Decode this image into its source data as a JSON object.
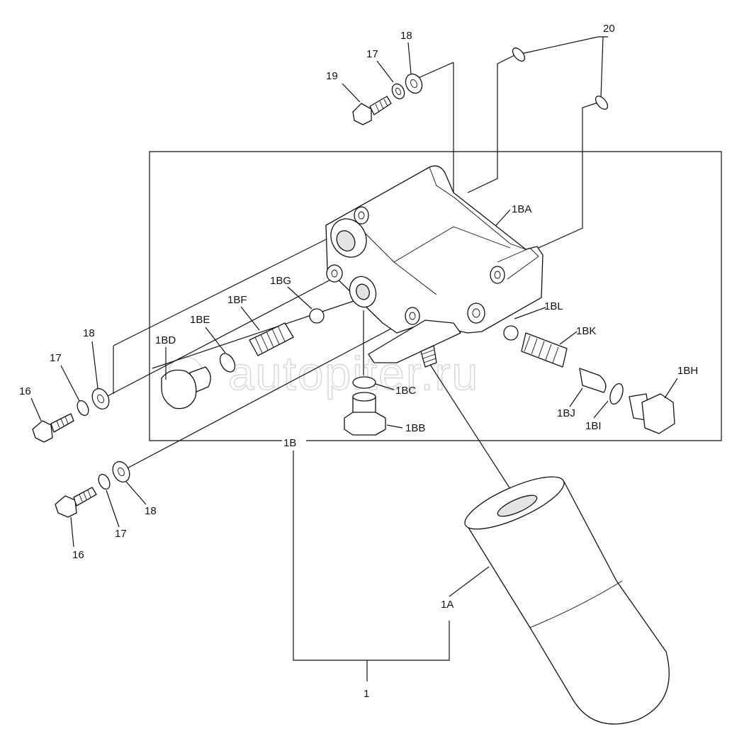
{
  "watermark": "autopiter.ru",
  "labels": {
    "p1": "1",
    "p1A": "1A",
    "p1B": "1B",
    "p1BA": "1BA",
    "p1BB": "1BB",
    "p1BC": "1BC",
    "p1BD": "1BD",
    "p1BE": "1BE",
    "p1BF": "1BF",
    "p1BG": "1BG",
    "p1BH": "1BH",
    "p1BI": "1BI",
    "p1BJ": "1BJ",
    "p1BK": "1BK",
    "p1BL": "1BL",
    "p16a": "16",
    "p16b": "16",
    "p17a": "17",
    "p17b": "17",
    "p17c": "17",
    "p18a": "18",
    "p18b": "18",
    "p18c": "18",
    "p19": "19",
    "p20": "20"
  }
}
